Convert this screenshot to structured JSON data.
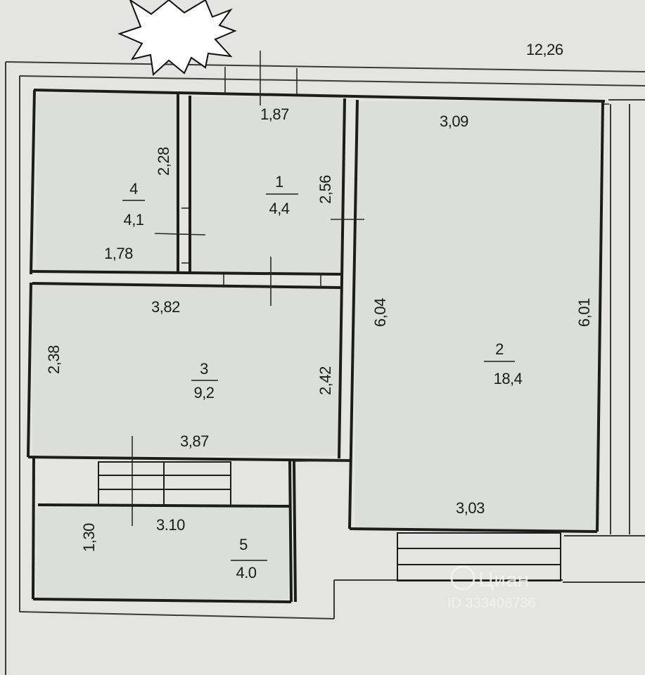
{
  "plan": {
    "overall_dimension": "12,26",
    "rooms": [
      {
        "number": "1",
        "area": "4,4"
      },
      {
        "number": "2",
        "area": "18,4"
      },
      {
        "number": "3",
        "area": "9,2"
      },
      {
        "number": "4",
        "area": "4,1"
      },
      {
        "number": "5",
        "area": "4.0"
      }
    ],
    "dimensions": {
      "room1_top": "1,87",
      "room1_side": "2,56",
      "room4_side": "2,28",
      "room4_bottom": "1,78",
      "room3_top": "3,82",
      "room3_left": "2,38",
      "room3_right": "2,42",
      "room3_bottom": "3,87",
      "room2_top": "3,09",
      "room2_left": "6,04",
      "room2_right": "6,01",
      "room2_bottom": "3,03",
      "room5_top": "3.10",
      "room5_left": "1,30"
    }
  },
  "watermark": {
    "brand": "Циан",
    "id_text": "ID 333408736"
  },
  "colors": {
    "background": "#e4e5e2",
    "wall": "#1c1c1c",
    "room_fill": "#dcdedb",
    "burst": "#ffffff"
  }
}
